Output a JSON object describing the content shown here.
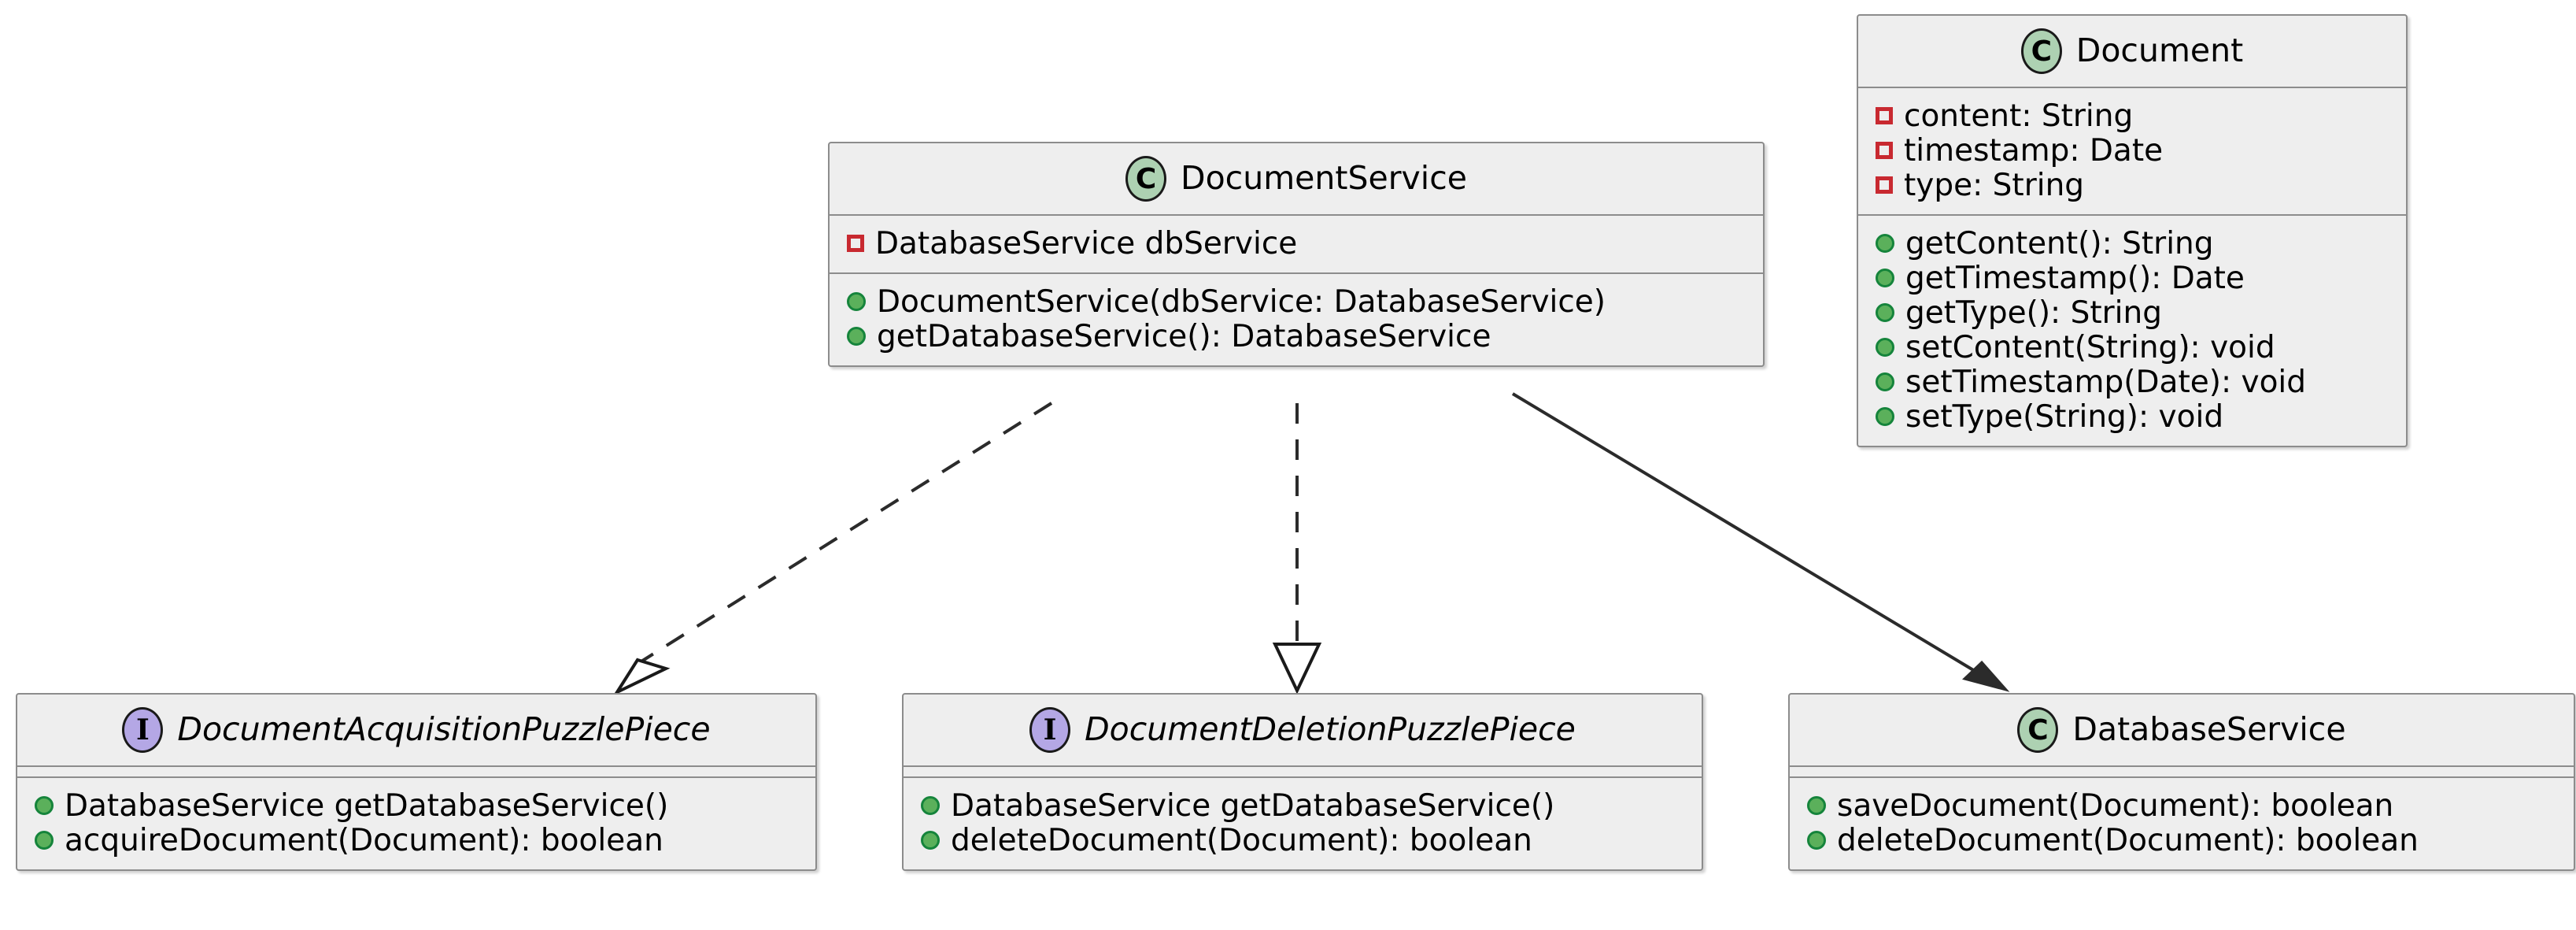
{
  "diagram": {
    "type": "uml-class-diagram",
    "background": "#ffffff",
    "colors": {
      "box_fill": "#EEEEEE",
      "box_border": "#8C8C8C",
      "class_icon": "#ADD1B2",
      "interface_icon": "#B4A7E5",
      "private_field_marker": "#C82930",
      "public_method_marker": "#5BB05B",
      "edge": "#2B2B2B"
    },
    "icons": {
      "class_letter": "C",
      "interface_letter": "I",
      "class_icon_name": "class-stereotype-icon",
      "interface_icon_name": "interface-stereotype-icon",
      "field_marker_name": "private-field-marker-icon",
      "method_marker_name": "public-method-marker-icon"
    }
  },
  "classes": {
    "document_service": {
      "name": "DocumentService",
      "stereotype": "C",
      "kind": "class",
      "fields": [
        {
          "text": "DatabaseService dbService",
          "visibility": "private"
        }
      ],
      "methods": [
        {
          "text": "DocumentService(dbService: DatabaseService)",
          "visibility": "public"
        },
        {
          "text": "getDatabaseService(): DatabaseService",
          "visibility": "public"
        }
      ]
    },
    "document": {
      "name": "Document",
      "stereotype": "C",
      "kind": "class",
      "fields": [
        {
          "text": "content: String",
          "visibility": "private"
        },
        {
          "text": "timestamp: Date",
          "visibility": "private"
        },
        {
          "text": "type: String",
          "visibility": "private"
        }
      ],
      "methods": [
        {
          "text": "getContent(): String",
          "visibility": "public"
        },
        {
          "text": "getTimestamp(): Date",
          "visibility": "public"
        },
        {
          "text": "getType(): String",
          "visibility": "public"
        },
        {
          "text": "setContent(String): void",
          "visibility": "public"
        },
        {
          "text": "setTimestamp(Date): void",
          "visibility": "public"
        },
        {
          "text": "setType(String): void",
          "visibility": "public"
        }
      ]
    },
    "document_acquisition_puzzle_piece": {
      "name": "DocumentAcquisitionPuzzlePiece",
      "stereotype": "I",
      "kind": "interface",
      "fields": [],
      "methods": [
        {
          "text": "DatabaseService getDatabaseService()",
          "visibility": "public"
        },
        {
          "text": "acquireDocument(Document): boolean",
          "visibility": "public"
        }
      ]
    },
    "document_deletion_puzzle_piece": {
      "name": "DocumentDeletionPuzzlePiece",
      "stereotype": "I",
      "kind": "interface",
      "fields": [],
      "methods": [
        {
          "text": "DatabaseService getDatabaseService()",
          "visibility": "public"
        },
        {
          "text": "deleteDocument(Document): boolean",
          "visibility": "public"
        }
      ]
    },
    "database_service": {
      "name": "DatabaseService",
      "stereotype": "C",
      "kind": "class",
      "fields": [],
      "methods": [
        {
          "text": "saveDocument(Document): boolean",
          "visibility": "public"
        },
        {
          "text": "deleteDocument(Document): boolean",
          "visibility": "public"
        }
      ]
    }
  },
  "relationships": [
    {
      "from": "DocumentService",
      "to": "DocumentAcquisitionPuzzlePiece",
      "style": "dashed",
      "arrowhead": "hollow-triangle",
      "kind": "realization"
    },
    {
      "from": "DocumentService",
      "to": "DocumentDeletionPuzzlePiece",
      "style": "dashed",
      "arrowhead": "hollow-triangle",
      "kind": "realization"
    },
    {
      "from": "DocumentService",
      "to": "DatabaseService",
      "style": "solid",
      "arrowhead": "filled-arrow",
      "kind": "association"
    }
  ]
}
